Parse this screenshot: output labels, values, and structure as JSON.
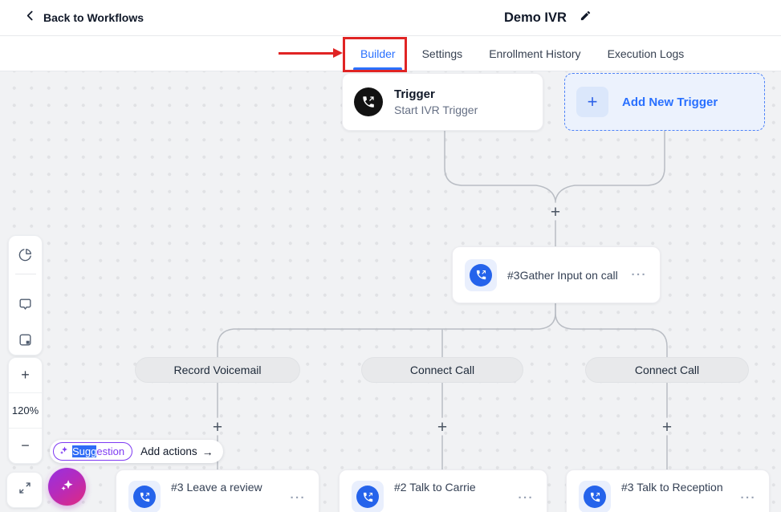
{
  "header": {
    "back_label": "Back to Workflows",
    "title": "Demo IVR"
  },
  "tabs": [
    {
      "label": "Builder",
      "active": true
    },
    {
      "label": "Settings",
      "active": false
    },
    {
      "label": "Enrollment History",
      "active": false
    },
    {
      "label": "Execution Logs",
      "active": false
    }
  ],
  "canvas": {
    "trigger_card": {
      "title": "Trigger",
      "subtitle": "Start IVR Trigger"
    },
    "add_trigger_label": "Add New Trigger",
    "plus_glyph": "+",
    "gather_node": {
      "label": "#3Gather Input on call",
      "menu": "···"
    },
    "branches": [
      {
        "pill": "Record Voicemail",
        "node_label": "#3 Leave a review",
        "menu": "···"
      },
      {
        "pill": "Connect Call",
        "node_label": "#2 Talk to Carrie",
        "menu": "···"
      },
      {
        "pill": "Connect Call",
        "node_label": "#3 Talk to Reception",
        "menu": "···"
      }
    ]
  },
  "toolbar": {
    "zoom_in": "+",
    "zoom_level": "120%",
    "zoom_out": "−"
  },
  "suggestion": {
    "selected_text": "Sugg",
    "rest_text": "estion",
    "action_label": "Add actions",
    "arrow": "→"
  },
  "colors": {
    "accent_blue": "#2970ff",
    "annotation_red": "#e02424",
    "purple": "#7e3af2",
    "node_icon_blue": "#2563eb",
    "canvas_bg": "#f1f2f4"
  }
}
